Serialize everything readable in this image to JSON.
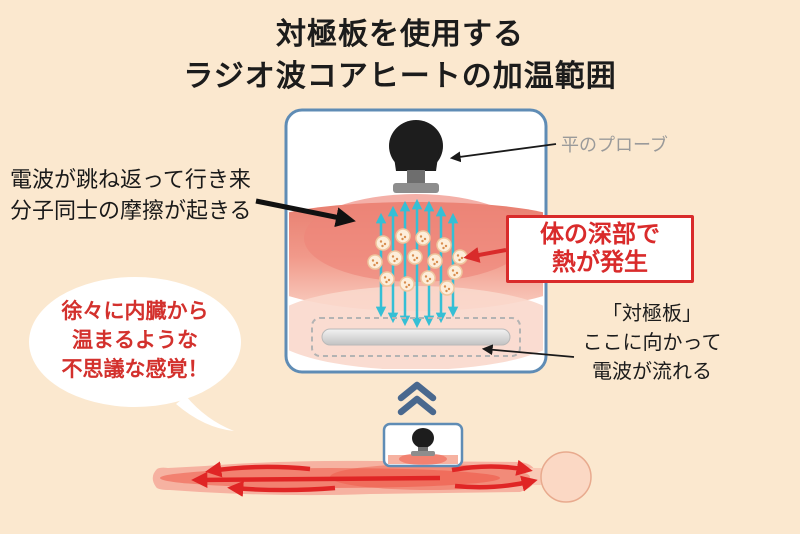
{
  "title": {
    "line1": "対極板を使用する",
    "line2": "ラジオ波コアヒートの加温範囲"
  },
  "annotations": {
    "probe_label": "平のプローブ",
    "wave_note_line1": "電波が跳ね返って行き来",
    "wave_note_line2": "分子同士の摩擦が起きる",
    "deep_heat_line1": "体の深部で",
    "deep_heat_line2": "熱が発生",
    "plate_label_line1": "「対極板」",
    "plate_label_line2": "ここに向かって",
    "plate_label_line3": "電波が流れる"
  },
  "speech_bubble": {
    "line1": "徐々に内臓から",
    "line2": "温まるような",
    "line3": "不思議な感覚！"
  },
  "colors": {
    "background": "#fbe8cf",
    "box_border_blue": "#5f8cb5",
    "wave_cyan": "#35bfd5",
    "heat_pink": "#ee8679",
    "accent_red": "#d92b2b",
    "body_arrow_red": "#e02525",
    "chevron_blue": "#49688e",
    "probe_black": "#1d1d1d",
    "plate_gray": "#c6c6c6",
    "muted_label_gray": "#9a9a9a"
  }
}
